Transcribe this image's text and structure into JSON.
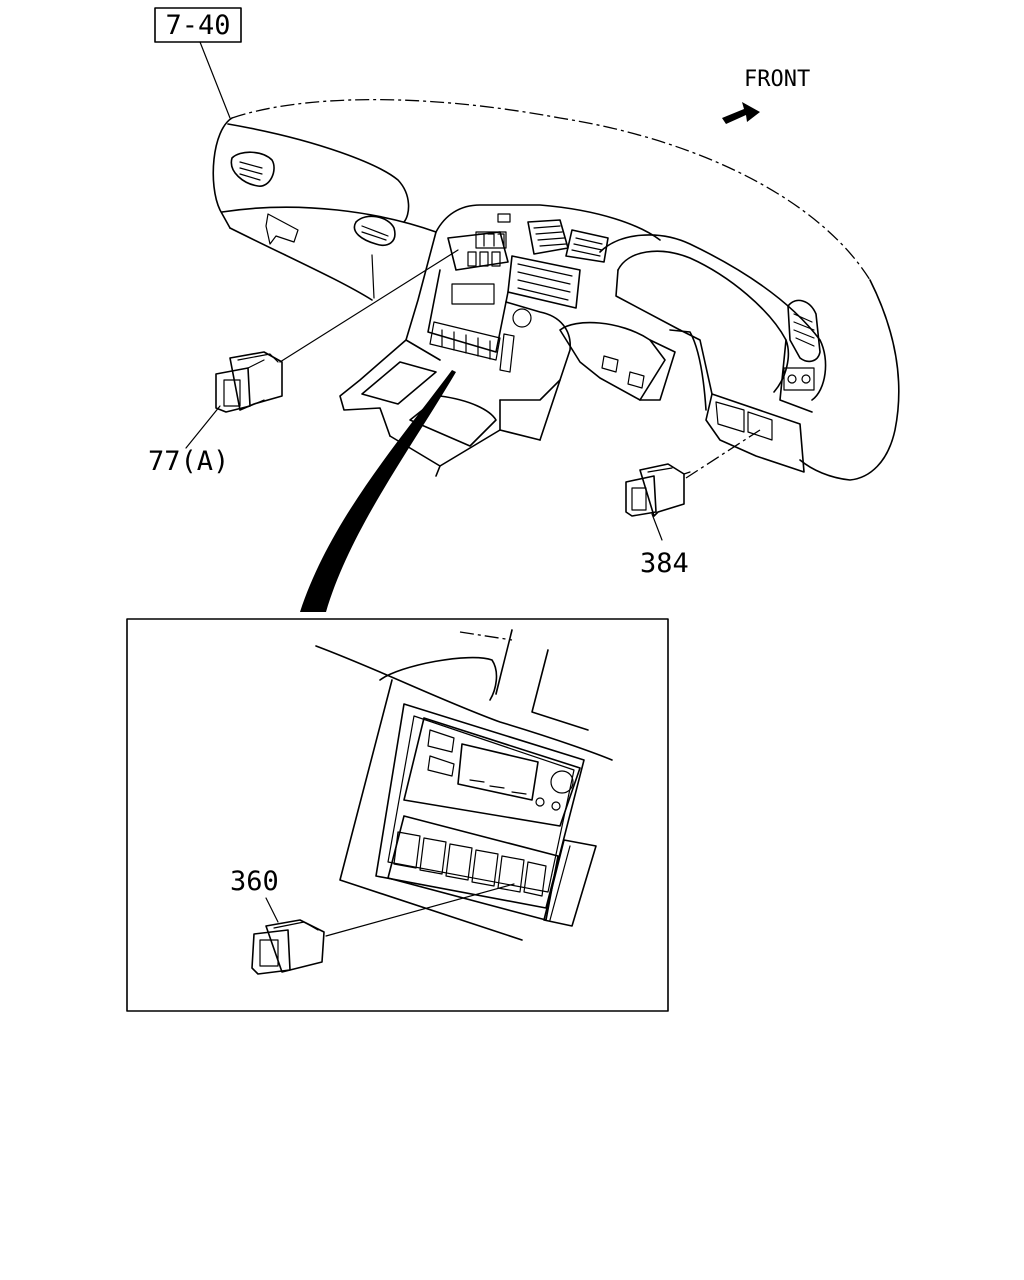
{
  "ref_box": "7-40",
  "front_label": "FRONT",
  "callouts": {
    "switch_left": "77(A)",
    "switch_right": "384",
    "switch_detail": "360"
  }
}
